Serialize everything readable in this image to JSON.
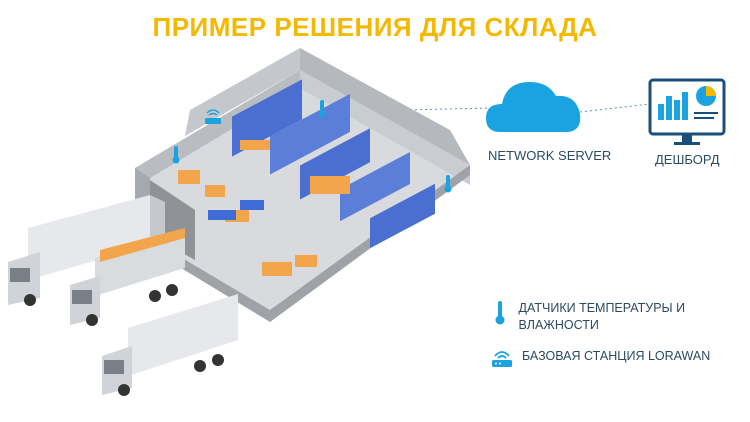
{
  "title": "ПРИМЕР РЕШЕНИЯ ДЛЯ СКЛАДА",
  "nodes": {
    "network_server": "NETWORK SERVER",
    "dashboard": "ДЕШБОРД"
  },
  "legend": {
    "sensors": "ДАТЧИКИ ТЕМПЕРАТУРЫ И ВЛАЖНОСТИ",
    "base_station": "БАЗОВАЯ СТАНЦИЯ LORAWAN"
  },
  "colors": {
    "title": "#f5b800",
    "accent_blue": "#1aa3e0",
    "text": "#2b4a63",
    "shelf_blue": "#4a6fd0",
    "box_orange": "#f2a54a"
  },
  "icons": [
    "cloud-icon",
    "dashboard-monitor-icon",
    "thermometer-icon",
    "wifi-router-icon",
    "truck-icon"
  ]
}
